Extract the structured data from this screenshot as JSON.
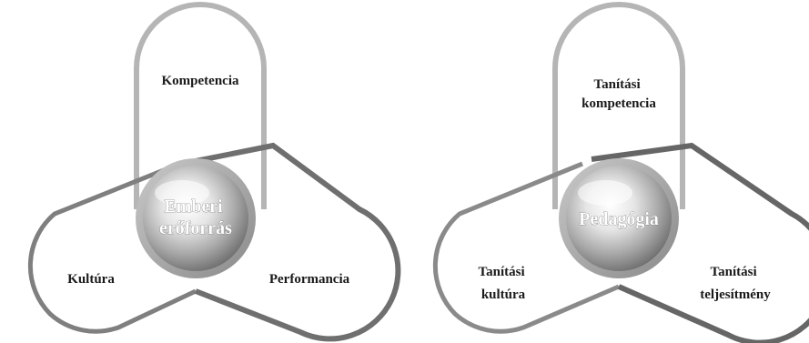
{
  "diagrams": [
    {
      "center": [
        "Emberi",
        "erőforrás"
      ],
      "top": [
        "Kompetencia"
      ],
      "left": [
        "Kultúra"
      ],
      "right": [
        "Performancia"
      ]
    },
    {
      "center": [
        "Pedagógia"
      ],
      "top": [
        "Tanítási",
        "kompetencia"
      ],
      "left": [
        "Tanítási",
        "kultúra"
      ],
      "right": [
        "Tanítási",
        "teljesítmény"
      ]
    }
  ]
}
